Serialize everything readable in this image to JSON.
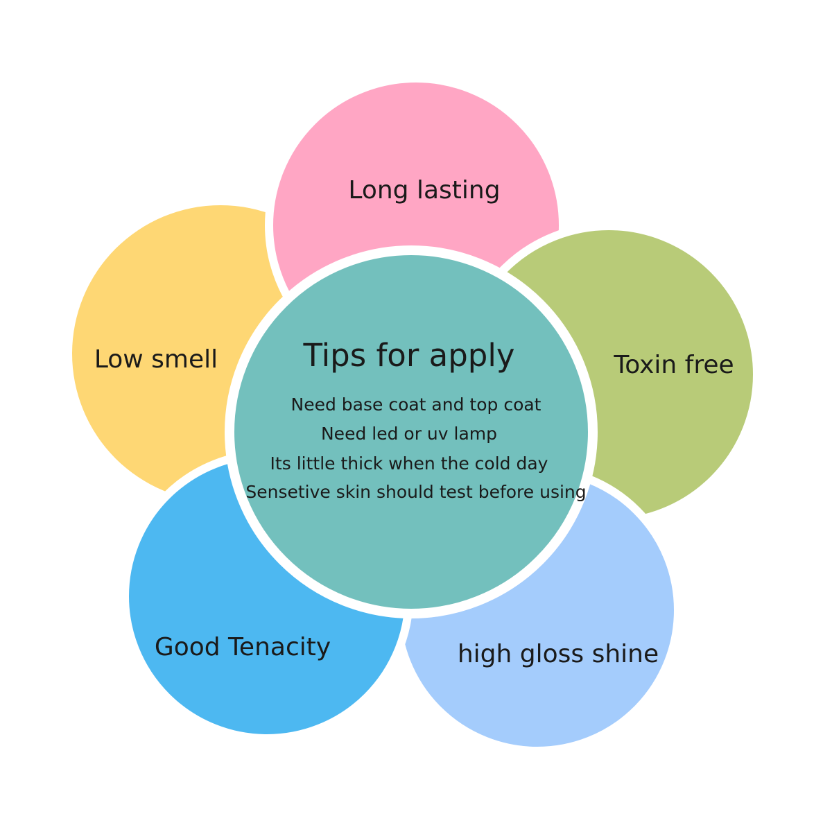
{
  "center": {
    "title": "Tips for apply",
    "lines": [
      "Need base coat and top coat",
      "Need led or uv lamp",
      "Its little thick when the cold day",
      "Sensetive skin should test before using"
    ],
    "color": "#73c0bd"
  },
  "petals": [
    {
      "label": "Long lasting",
      "color": "#ffa6c4"
    },
    {
      "label": "Toxin free",
      "color": "#b8cb78"
    },
    {
      "label": "high gloss shine",
      "color": "#a4ccfc"
    },
    {
      "label": "Good Tenacity",
      "color": "#4db8f1"
    },
    {
      "label": "Low smell",
      "color": "#fed774"
    }
  ]
}
